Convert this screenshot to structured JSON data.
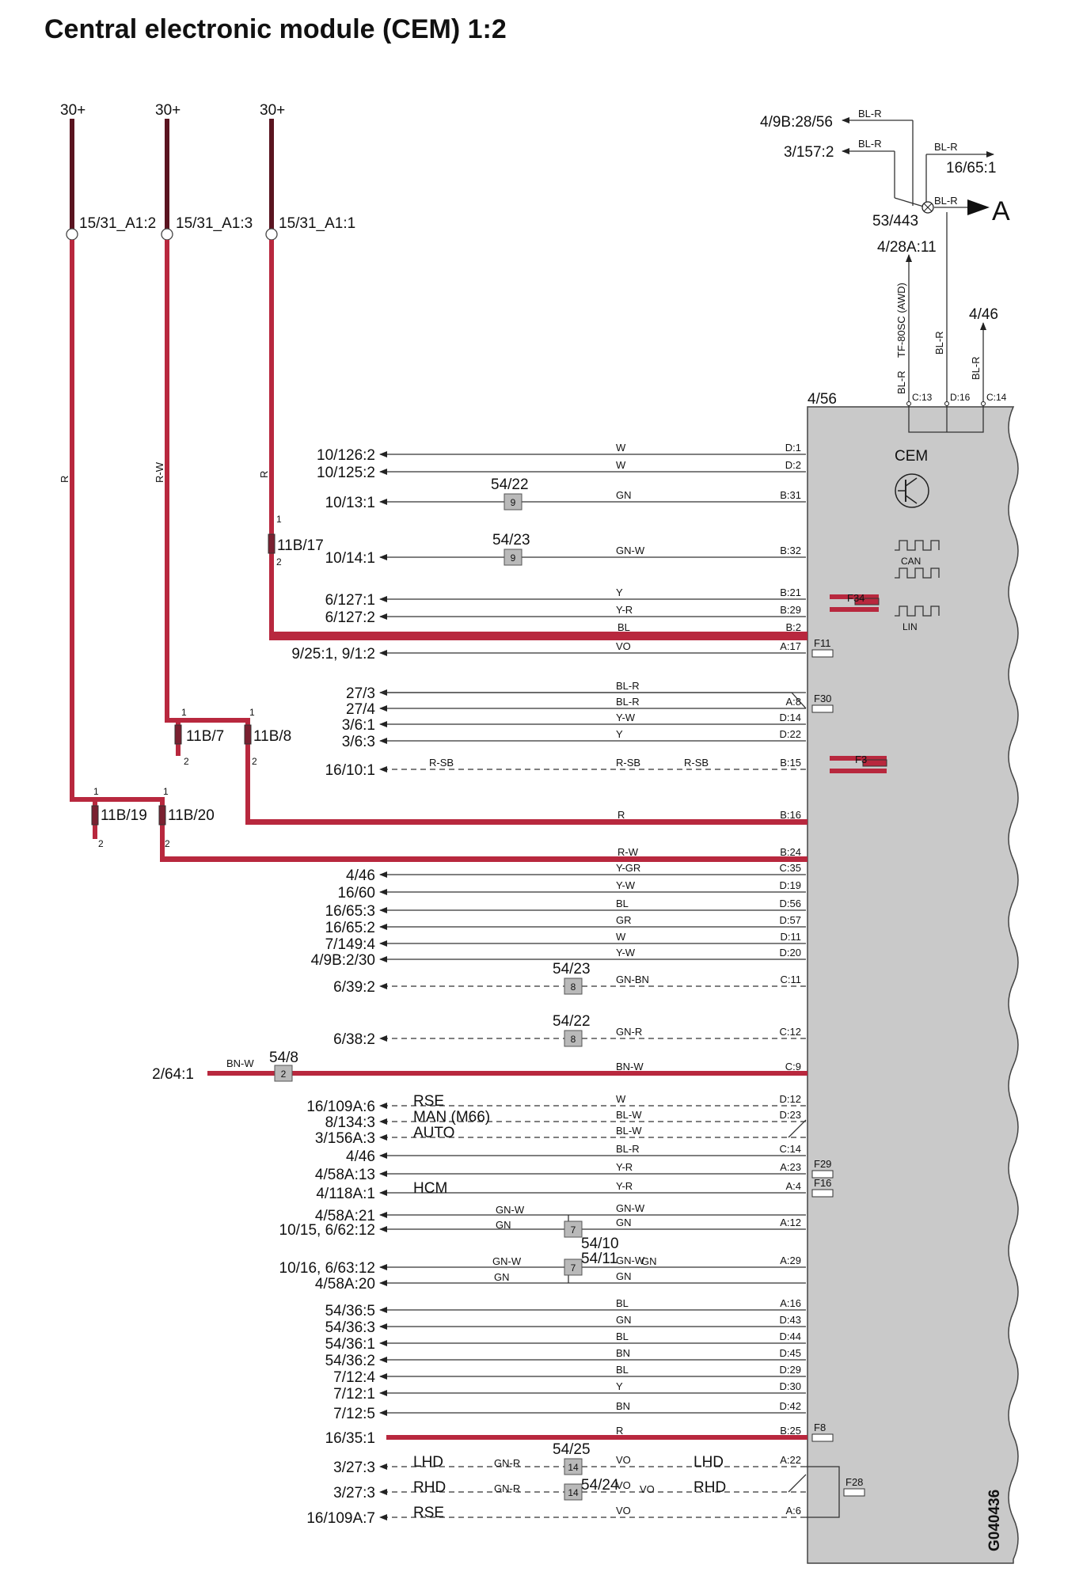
{
  "title": "Central electronic module (CEM) 1:2",
  "colors": {
    "power_wire": "#b8283e",
    "module_fill": "#c9c9c9",
    "wire": "#333333"
  },
  "diagram_id": "G040436",
  "module": {
    "ref": "4/56",
    "name": "CEM",
    "can": "CAN",
    "lin": "LIN"
  },
  "supplies": [
    {
      "label": "30+",
      "fuse": "15/31_A1:2",
      "wire_color": "R"
    },
    {
      "label": "30+",
      "fuse": "15/31_A1:3",
      "wire_color": "R-W"
    },
    {
      "label": "30+",
      "fuse": "15/31_A1:1",
      "wire_color": "R"
    }
  ],
  "connectors": {
    "c1": "11B/17",
    "c2": "11B/7",
    "c3": "11B/8",
    "c4": "11B/19",
    "c5": "11B/20",
    "p1": "1",
    "p2": "2"
  },
  "splices": [
    "9",
    "9",
    "8",
    "8",
    "2",
    "7",
    "7",
    "14",
    "14"
  ],
  "splice_refs": [
    "54/22",
    "54/23",
    "54/23",
    "54/22",
    "54/8",
    "54/10",
    "54/11",
    "54/25",
    "54/24"
  ],
  "fuses": [
    "F34",
    "F11",
    "F30",
    "F3",
    "F29",
    "F16",
    "F8",
    "F28"
  ],
  "top": {
    "t1": "4/9B:28/56",
    "t2": "3/157:2",
    "t3": "16/65:1",
    "t4": "53/443",
    "t5": "4/28A:11",
    "t6": "4/46",
    "arrow": "A",
    "w_blr": "BL-R",
    "awd": "TF-80SC (AWD)",
    "c13": "C:13",
    "d16": "D:16",
    "c14": "C:14"
  },
  "rows": [
    {
      "dest": "10/126:2",
      "wire": "W",
      "pin": "D:1"
    },
    {
      "dest": "10/125:2",
      "wire": "W",
      "pin": "D:2"
    },
    {
      "dest": "10/13:1",
      "wire": "GN",
      "pin": "B:31"
    },
    {
      "dest": "10/14:1",
      "wire": "GN-W",
      "pin": "B:32"
    },
    {
      "dest": "6/127:1",
      "wire": "Y",
      "pin": "B:21"
    },
    {
      "dest": "6/127:2",
      "wire": "Y-R",
      "pin": "B:29"
    },
    {
      "dest": "",
      "wire": "BL",
      "pin": "B:2"
    },
    {
      "dest": "9/25:1, 9/1:2",
      "wire": "VO",
      "pin": "A:17"
    },
    {
      "dest": "27/3",
      "wire": "BL-R",
      "pin": ""
    },
    {
      "dest": "27/4",
      "wire": "BL-R",
      "pin": "A:8"
    },
    {
      "dest": "3/6:1",
      "wire": "Y-W",
      "pin": "D:14"
    },
    {
      "dest": "3/6:3",
      "wire": "Y",
      "pin": "D:22"
    },
    {
      "dest": "16/10:1",
      "wire": "R-SB",
      "pin": "B:15"
    },
    {
      "dest": "",
      "wire": "R",
      "pin": "B:16"
    },
    {
      "dest": "",
      "wire": "R-W",
      "pin": "B:24"
    },
    {
      "dest": "4/46",
      "wire": "Y-GR",
      "pin": "C:35"
    },
    {
      "dest": "16/60",
      "wire": "Y-W",
      "pin": "D:19"
    },
    {
      "dest": "16/65:3",
      "wire": "BL",
      "pin": "D:56"
    },
    {
      "dest": "16/65:2",
      "wire": "GR",
      "pin": "D:57"
    },
    {
      "dest": "7/149:4",
      "wire": "W",
      "pin": "D:11"
    },
    {
      "dest": "4/9B:2/30",
      "wire": "Y-W",
      "pin": "D:20"
    },
    {
      "dest": "6/39:2",
      "wire": "GN-BN",
      "pin": "C:11"
    },
    {
      "dest": "6/38:2",
      "wire": "GN-R",
      "pin": "C:12"
    },
    {
      "dest": "2/64:1",
      "wire": "BN-W",
      "pin": "C:9"
    },
    {
      "dest": "16/109A:6",
      "wire": "W",
      "pin": "D:12"
    },
    {
      "dest": "8/134:3",
      "wire": "BL-W",
      "pin": "D:23"
    },
    {
      "dest": "3/156A:3",
      "wire": "BL-W",
      "pin": ""
    },
    {
      "dest": "4/46",
      "wire": "BL-R",
      "pin": "C:14"
    },
    {
      "dest": "4/58A:13",
      "wire": "Y-R",
      "pin": "A:23"
    },
    {
      "dest": "4/118A:1",
      "wire": "Y-R",
      "pin": "A:4"
    },
    {
      "dest": "4/58A:21",
      "wire": "GN-W",
      "pin": ""
    },
    {
      "dest": "10/15, 6/62:12",
      "wire": "GN",
      "pin": "A:12"
    },
    {
      "dest": "10/16, 6/63:12",
      "wire": "GN-W",
      "pin": "A:29"
    },
    {
      "dest": "4/58A:20",
      "wire": "GN",
      "pin": ""
    },
    {
      "dest": "54/36:5",
      "wire": "BL",
      "pin": "A:16"
    },
    {
      "dest": "54/36:3",
      "wire": "GN",
      "pin": "D:43"
    },
    {
      "dest": "54/36:1",
      "wire": "BL",
      "pin": "D:44"
    },
    {
      "dest": "54/36:2",
      "wire": "BN",
      "pin": "D:45"
    },
    {
      "dest": "7/12:4",
      "wire": "BL",
      "pin": "D:29"
    },
    {
      "dest": "7/12:1",
      "wire": "Y",
      "pin": "D:30"
    },
    {
      "dest": "7/12:5",
      "wire": "BN",
      "pin": "D:42"
    },
    {
      "dest": "16/35:1",
      "wire": "R",
      "pin": "B:25"
    },
    {
      "dest": "3/27:3",
      "wire": "VO",
      "pin": "A:22"
    },
    {
      "dest": "3/27:3",
      "wire": "VO",
      "pin": ""
    },
    {
      "dest": "16/109A:7",
      "wire": "VO",
      "pin": "A:6"
    }
  ],
  "extra": {
    "rse": "RSE",
    "man": "MAN (M66)",
    "auto": "AUTO",
    "hcm": "HCM",
    "lhd": "LHD",
    "rhd": "RHD",
    "gnr": "GN-R",
    "gnw": "GN-W",
    "gn": "GN",
    "bnw": "BN-W",
    "rsb": "R-SB",
    "vo": "VO"
  }
}
